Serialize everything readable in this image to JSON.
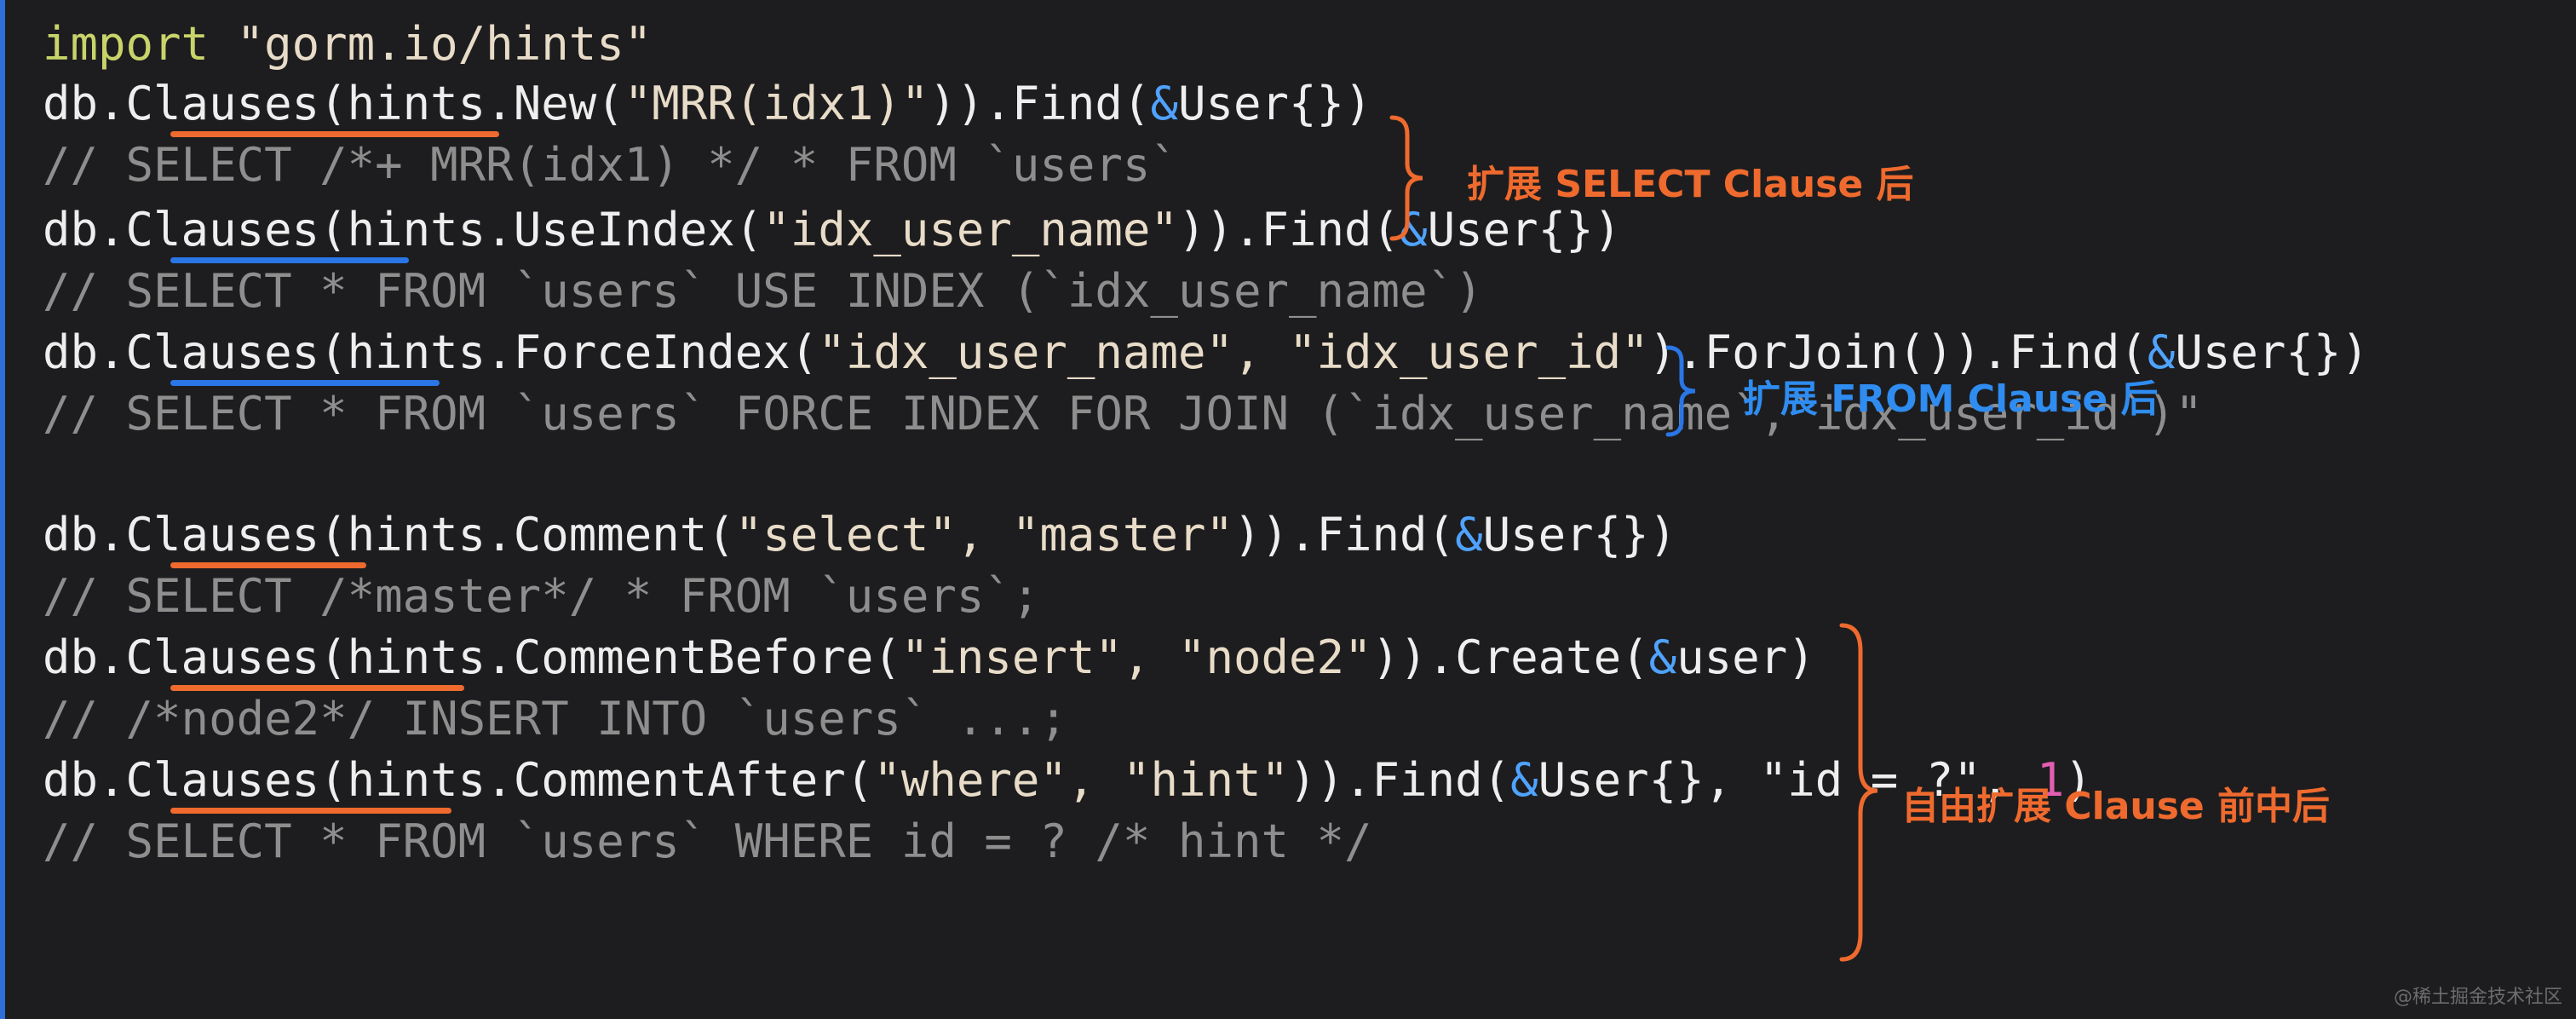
{
  "code": {
    "import_keyword": "import",
    "import_path": " \"gorm.io/hints\"",
    "block1": {
      "line1": {
        "prefix": "db.Clauses(",
        "call": "hints.New(",
        "arg": "\"MRR(idx1)\"",
        "suffix": ")).Find(",
        "amp": "&",
        "tail": "User{})"
      },
      "comment1": "// SELECT /*+ MRR(idx1) */ * FROM `users`"
    },
    "block2": {
      "line1": {
        "prefix": "db.Clauses(",
        "call": "hints.UseIndex(",
        "arg": "\"idx_user_name\"",
        "suffix": ")).Find(",
        "amp": "&",
        "tail": "User{})"
      },
      "comment1": "// SELECT * FROM `users` USE INDEX (`idx_user_name`)",
      "line2": {
        "prefix": "db.Clauses(",
        "call": "hints.ForceIndex(",
        "arg": "\"idx_user_name\", \"idx_user_id\"",
        "suffix": ").ForJoin()).Find(",
        "amp": "&",
        "tail": "User{})"
      },
      "comment2": "// SELECT * FROM `users` FORCE INDEX FOR JOIN (`idx_user_name`,`idx_user_id`)\""
    },
    "block3": {
      "line1": {
        "prefix": "db.Clauses(",
        "call": "hints.Comment(",
        "arg": "\"select\", \"master\"",
        "suffix": ")).Find(",
        "amp": "&",
        "tail": "User{})"
      },
      "comment1": "// SELECT /*master*/ * FROM `users`;",
      "line2": {
        "prefix": "db.Clauses(",
        "call": "hints.CommentBefore(",
        "arg": "\"insert\", \"node2\"",
        "suffix": ")).Create(",
        "amp": "&",
        "tail": "user)"
      },
      "comment2": "// /*node2*/ INSERT INTO `users` ...;",
      "line3": {
        "prefix": "db.Clauses(",
        "call": "hints.CommentAfter(",
        "arg": "\"where\", \"hint\"",
        "suffix": ")).Find(",
        "amp": "&",
        "tail": "User{}, \"id = ?\", ",
        "num": "1",
        "close": ")"
      },
      "comment3": "// SELECT * FROM `users` WHERE id = ? /* hint */"
    }
  },
  "annotations": {
    "select_clause": "扩展 SELECT Clause 后",
    "from_clause": "扩展 FROM Clause 后",
    "free_clause": "自由扩展 Clause 前中后"
  },
  "watermark": "@稀土掘金技术社区",
  "colors": {
    "background": "#1d1d1f",
    "orange_accent": "#ef6a2e",
    "blue_accent": "#2a76e6",
    "keyword": "#c8d46a",
    "comment": "#8e8e8e"
  }
}
